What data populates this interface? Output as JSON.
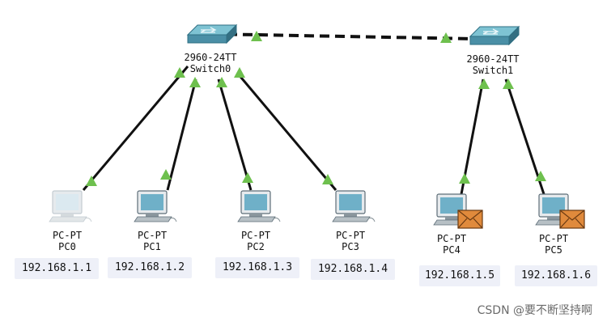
{
  "palette": {
    "link": "#111111",
    "link_status_up": "#6ec04e",
    "switch_body": "#4a8fa6",
    "switch_top": "#7ec3d3",
    "pc_screen": "#6fb0c8",
    "envelope": "#e08a3c"
  },
  "devices": {
    "switch0": {
      "model": "2960-24TT",
      "name": "Switch0",
      "icon": "switch-icon"
    },
    "switch1": {
      "model": "2960-24TT",
      "name": "Switch1",
      "icon": "switch-icon"
    },
    "pcs": [
      {
        "model": "PC-PT",
        "name": "PC0",
        "ip": "192.168.1.1",
        "icon": "pc-icon",
        "status": "idle"
      },
      {
        "model": "PC-PT",
        "name": "PC1",
        "ip": "192.168.1.2",
        "icon": "pc-icon",
        "status": "normal"
      },
      {
        "model": "PC-PT",
        "name": "PC2",
        "ip": "192.168.1.3",
        "icon": "pc-icon",
        "status": "normal"
      },
      {
        "model": "PC-PT",
        "name": "PC3",
        "ip": "192.168.1.4",
        "icon": "pc-icon",
        "status": "normal"
      },
      {
        "model": "PC-PT",
        "name": "PC4",
        "ip": "192.168.1.5",
        "icon": "pc-icon",
        "status": "pdu-envelope"
      },
      {
        "model": "PC-PT",
        "name": "PC5",
        "ip": "192.168.1.6",
        "icon": "pc-icon",
        "status": "pdu-envelope"
      }
    ]
  },
  "links": [
    {
      "from": "Switch0",
      "to": "Switch1",
      "type": "crossover",
      "status": "up"
    },
    {
      "from": "Switch0",
      "to": "PC0",
      "type": "straight",
      "status": "up"
    },
    {
      "from": "Switch0",
      "to": "PC1",
      "type": "straight",
      "status": "up"
    },
    {
      "from": "Switch0",
      "to": "PC2",
      "type": "straight",
      "status": "up"
    },
    {
      "from": "Switch0",
      "to": "PC3",
      "type": "straight",
      "status": "up"
    },
    {
      "from": "Switch1",
      "to": "PC4",
      "type": "straight",
      "status": "up"
    },
    {
      "from": "Switch1",
      "to": "PC5",
      "type": "straight",
      "status": "up"
    }
  ],
  "watermark": "CSDN @要不断坚持啊"
}
